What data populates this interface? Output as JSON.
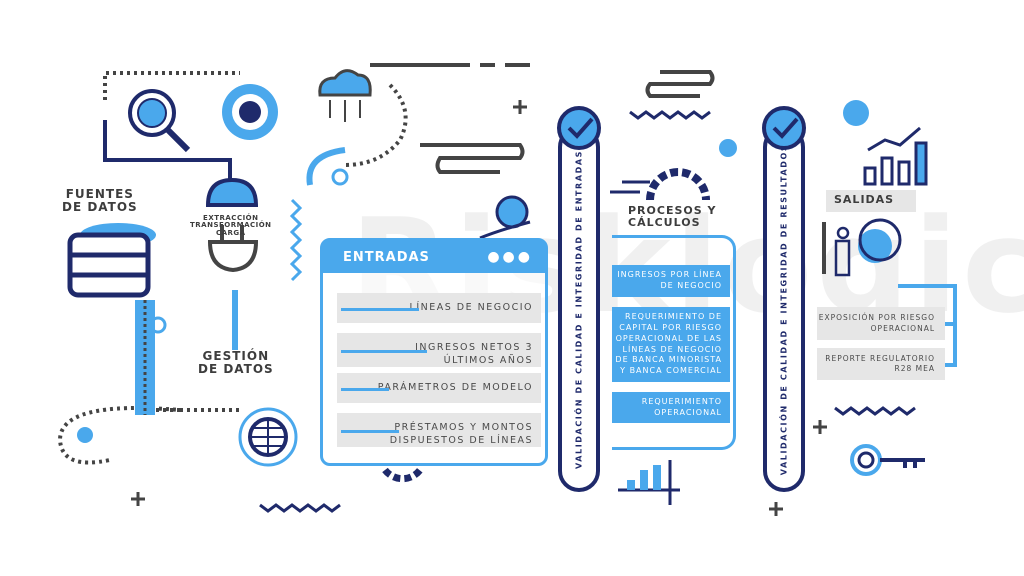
{
  "watermark": "Risklogic",
  "fuentes": {
    "title_1": "FUENTES",
    "title_2": "DE DATOS"
  },
  "etl": {
    "line1": "EXTRACCIÓN",
    "line2": "TRANSFORMACIÓN",
    "line3": "CARGA"
  },
  "gestion": {
    "title_1": "GESTIÓN",
    "title_2": "DE DATOS"
  },
  "entradas": {
    "title": "ENTRADAS",
    "items": [
      {
        "l1": "LÍNEAS DE NEGOCIO",
        "l2": ""
      },
      {
        "l1": "INGRESOS NETOS 3",
        "l2": "ÚLTIMOS AÑOS"
      },
      {
        "l1": "PARÁMETROS DE MODELO",
        "l2": ""
      },
      {
        "l1": "PRÉSTAMOS  Y MONTOS",
        "l2": "DISPUESTOS DE LÍNEAS"
      }
    ]
  },
  "validacion_entradas": "VALIDACIÓN DE CALIDAD E INTEGRIDAD DE ENTRADAS",
  "procesos": {
    "title_1": "PROCESOS Y",
    "title_2": "CÁLCULOS",
    "items": [
      "INGRESOS POR LÍNEA DE NEGOCIO",
      "REQUERIMIENTO DE CAPITAL POR RIESGO OPERACIONAL DE LAS LÍNEAS DE NEGOCIO DE BANCA MINORISTA Y BANCA COMERCIAL",
      "REQUERIMIENTO OPERACIONAL"
    ]
  },
  "validacion_resultados": "VALIDACIÓN DE CALIDAD E INTEGRIDAD DE RESULTADOS",
  "salidas": {
    "title": "SALIDAS",
    "items": [
      "EXPOSICIÓN POR RIESGO OPERACIONAL",
      "REPORTE REGULATORIO R28 MEA"
    ]
  },
  "colors": {
    "navy": "#1f2a6b",
    "blue": "#4aa8ec",
    "gray": "#4a4a4a",
    "light": "#e6e6e6"
  }
}
